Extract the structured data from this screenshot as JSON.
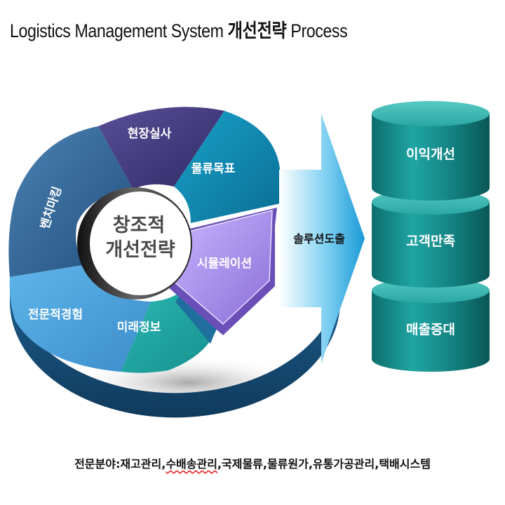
{
  "title": {
    "english": "Logistics Management System",
    "korean": "개선전략",
    "suffix": "Process"
  },
  "center": {
    "line1": "창조적",
    "line2": "개선전략"
  },
  "segments": {
    "site_inspection": "현장실사",
    "logistics_goal": "물류목표",
    "benchmarking": "벤치마킹",
    "simulation": "시뮬레이션",
    "expertise": "전문적경험",
    "future_info": "미래정보"
  },
  "arrow_label": "솔루션도출",
  "outcomes": [
    "이익개선",
    "고객만족",
    "매출증대"
  ],
  "footer": {
    "prefix": "전문분야:재고관리,",
    "underlined": "수배송관리",
    "rest": ",국제물류,물류원가,유통가공관리,택배시스템"
  }
}
